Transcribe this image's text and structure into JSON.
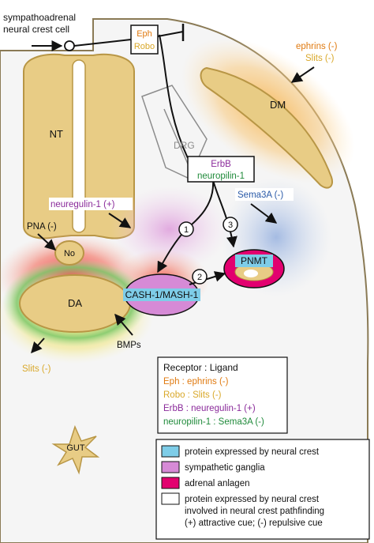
{
  "labels": {
    "neural_crest_cell": [
      "sympathoadrenal",
      "neural crest cell"
    ],
    "eph": "Eph",
    "robo": "Robo",
    "ephrins": "ephrins (-)",
    "slits_top": "Slits (-)",
    "dm": "DM",
    "nt": "NT",
    "drg": "DRG",
    "erbb": "ErbB",
    "neuropilin": "neuropilin-1",
    "sema3a": "Sema3A (-)",
    "neuregulin": "neuregulin-1 (+)",
    "pna": "PNA (-)",
    "no": "No",
    "pnmt": "PNMT",
    "da": "DA",
    "cash": "CASH-1/MASH-1",
    "bmps": "BMPs",
    "slits_bottom": "Slits (-)",
    "gut": "GUT",
    "step1": "1",
    "step2": "2",
    "step3": "3"
  },
  "receptor_ligand": {
    "title": "Receptor : Ligand",
    "rows": [
      {
        "text": "Eph : ephrins (-)",
        "color": "#e07a10"
      },
      {
        "text": "Robo : Slits (-)",
        "color": "#d9a82a"
      },
      {
        "text": "ErbB : neuregulin-1 (+)",
        "color": "#8a2a9a"
      },
      {
        "text": "neuropilin-1 : Sema3A (-)",
        "color": "#1f8a3a"
      }
    ]
  },
  "legend": [
    {
      "swatch": "#7ecde8",
      "lines": [
        "protein expressed by neural crest"
      ]
    },
    {
      "swatch": "#d68ad6",
      "lines": [
        "sympathetic ganglia"
      ]
    },
    {
      "swatch": "#e2006f",
      "lines": [
        "adrenal anlagen"
      ]
    },
    {
      "swatch": "#ffffff",
      "lines": [
        "protein expressed by neural crest",
        "involved in neural crest pathfinding",
        "(+) attractive cue; (-) repulsive cue"
      ]
    }
  ],
  "colors": {
    "embryo_fill": "#f5f5f5",
    "embryo_outline": "#8a7a55",
    "tan": "#e8cc85",
    "tan_outline": "#b89645",
    "neural_crest_blue": "#7ecde8",
    "adrenal_magenta": "#e2006f",
    "ganglia_purple": "#d68ad6"
  }
}
